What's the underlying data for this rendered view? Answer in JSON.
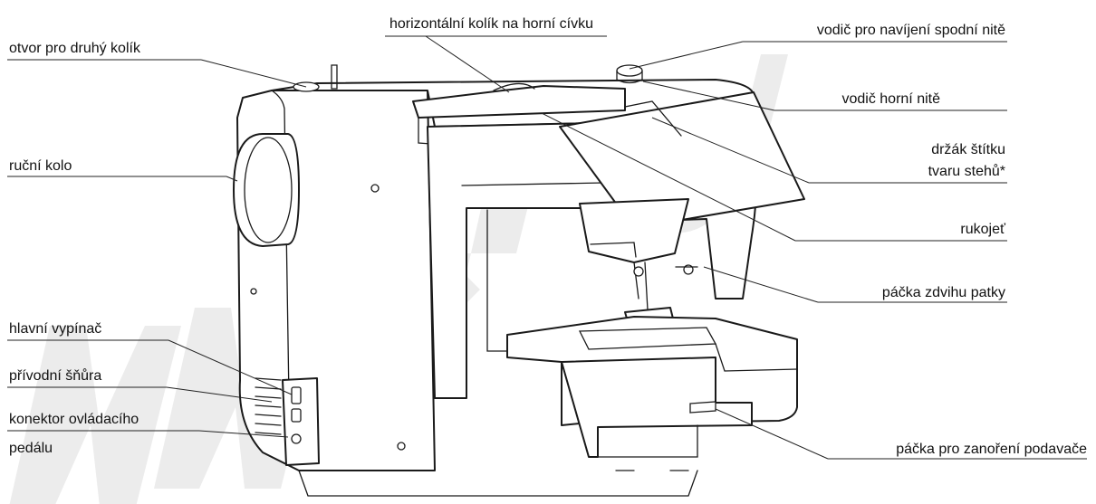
{
  "diagram": {
    "labels": {
      "otvor_pro_druhy_kolik": "otvor pro druhý kolík",
      "horizontalni_kolik": "horizontální kolík na horní cívku",
      "vodic_navijeni": "vodič pro navíjení spodní nitě",
      "vodic_horni_nite": "vodič horní nitě",
      "drzak_stitku_line1": "držák štítku",
      "drzak_stitku_line2": "tvaru stehů*",
      "rucni_kolo": "ruční kolo",
      "rukojet": "rukojeť",
      "packa_zdvihu_patky": "páčka zdvihu patky",
      "hlavni_vypinac": "hlavní vypínač",
      "privodni_snura": "přívodní šňůra",
      "konektor_line1": "konektor ovládacího",
      "konektor_line2": "pedálu",
      "packa_zanoreni": "páčka pro zanoření podavače"
    }
  }
}
